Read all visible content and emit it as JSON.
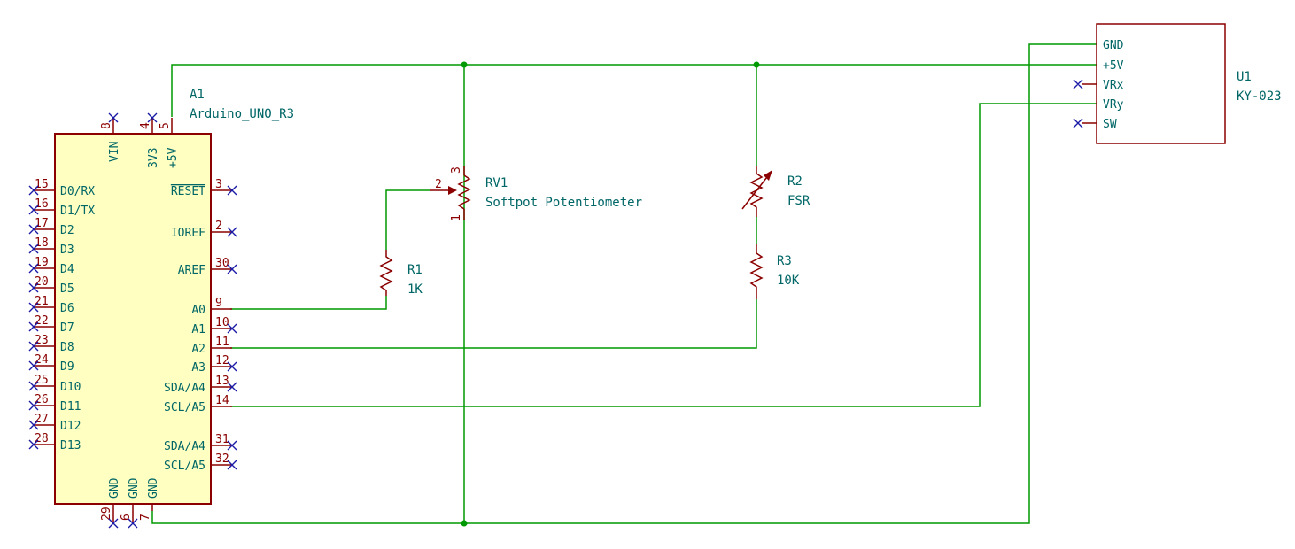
{
  "arduino": {
    "ref": "A1",
    "value": "Arduino_UNO_R3",
    "top_pins": [
      {
        "num": "8",
        "name": "VIN"
      },
      {
        "num": "4",
        "name": "3V3"
      },
      {
        "num": "5",
        "name": "+5V"
      }
    ],
    "left_pins": [
      {
        "num": "15",
        "name": "D0/RX"
      },
      {
        "num": "16",
        "name": "D1/TX"
      },
      {
        "num": "17",
        "name": "D2"
      },
      {
        "num": "18",
        "name": "D3"
      },
      {
        "num": "19",
        "name": "D4"
      },
      {
        "num": "20",
        "name": "D5"
      },
      {
        "num": "21",
        "name": "D6"
      },
      {
        "num": "22",
        "name": "D7"
      },
      {
        "num": "23",
        "name": "D8"
      },
      {
        "num": "24",
        "name": "D9"
      },
      {
        "num": "25",
        "name": "D10"
      },
      {
        "num": "26",
        "name": "D11"
      },
      {
        "num": "27",
        "name": "D12"
      },
      {
        "num": "28",
        "name": "D13"
      }
    ],
    "right_pins": [
      {
        "num": "3",
        "name": "RESET"
      },
      {
        "num": "2",
        "name": "IOREF"
      },
      {
        "num": "30",
        "name": "AREF"
      },
      {
        "num": "9",
        "name": "A0"
      },
      {
        "num": "10",
        "name": "A1"
      },
      {
        "num": "11",
        "name": "A2"
      },
      {
        "num": "12",
        "name": "A3"
      },
      {
        "num": "13",
        "name": "SDA/A4"
      },
      {
        "num": "14",
        "name": "SCL/A5"
      },
      {
        "num": "31",
        "name": "SDA/A4"
      },
      {
        "num": "32",
        "name": "SCL/A5"
      }
    ],
    "bottom_pins": [
      {
        "num": "29",
        "name": "GND"
      },
      {
        "num": "6",
        "name": "GND"
      },
      {
        "num": "7",
        "name": "GND"
      }
    ]
  },
  "rv1": {
    "ref": "RV1",
    "value": "Softpot Potentiometer",
    "pins": [
      "3",
      "2",
      "1"
    ]
  },
  "r1": {
    "ref": "R1",
    "value": "1K"
  },
  "r2": {
    "ref": "R2",
    "value": "FSR"
  },
  "r3": {
    "ref": "R3",
    "value": "10K"
  },
  "u1": {
    "ref": "U1",
    "value": "KY-023",
    "pins": [
      "GND",
      "+5V",
      "VRx",
      "VRy",
      "SW"
    ]
  },
  "colors": {
    "wire": "#009900",
    "component": "#8b0000",
    "component_fill": "#ffffc2",
    "label": "#006666",
    "no_connect": "#1a1aa6"
  }
}
